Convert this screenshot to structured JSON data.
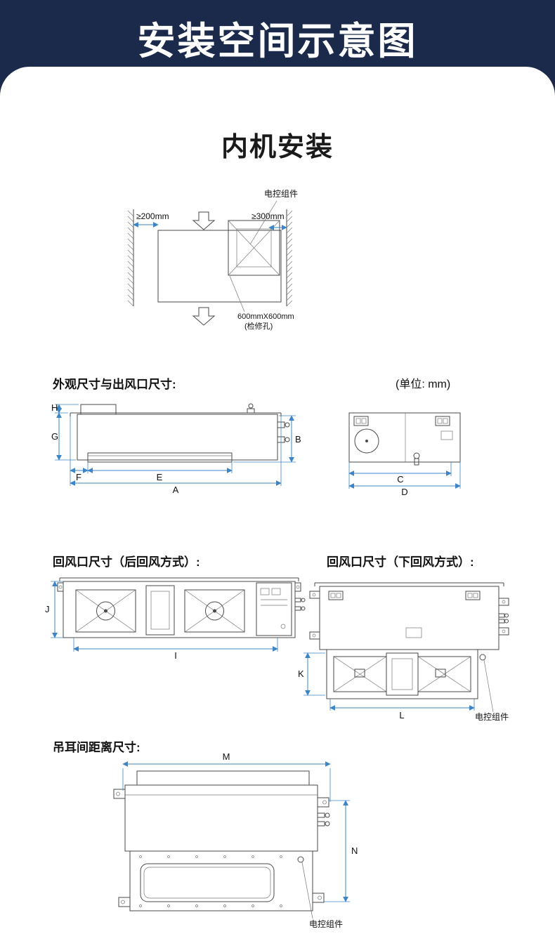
{
  "page": {
    "title": "安装空间示意图",
    "indoor_heading": "内机安装"
  },
  "clearance": {
    "control_label": "电控组件",
    "left_clearance": "≥200mm",
    "right_clearance": "≥300mm",
    "hole_size": "600mmX600mm",
    "hole_name": "(检修孔)"
  },
  "outline": {
    "heading": "外观尺寸与出风口尺寸:",
    "unit": "(单位: mm)",
    "dims": {
      "A": "A",
      "B": "B",
      "C": "C",
      "D": "D",
      "E": "E",
      "F": "F",
      "G": "G",
      "H": "H"
    }
  },
  "rear_return": {
    "heading": "回风口尺寸（后回风方式）:",
    "dims": {
      "I": "I",
      "J": "J"
    }
  },
  "bottom_return": {
    "heading": "回风口尺寸（下回风方式）:",
    "dims": {
      "K": "K",
      "L": "L"
    },
    "control_label": "电控组件"
  },
  "hanger": {
    "heading": "吊耳间距离尺寸:",
    "dims": {
      "M": "M",
      "N": "N"
    },
    "control_label": "电控组件"
  },
  "colors": {
    "header_bg": "#1b2a4a",
    "dimension_line": "#3d85c6",
    "drawing_line": "#4a4a4a"
  }
}
